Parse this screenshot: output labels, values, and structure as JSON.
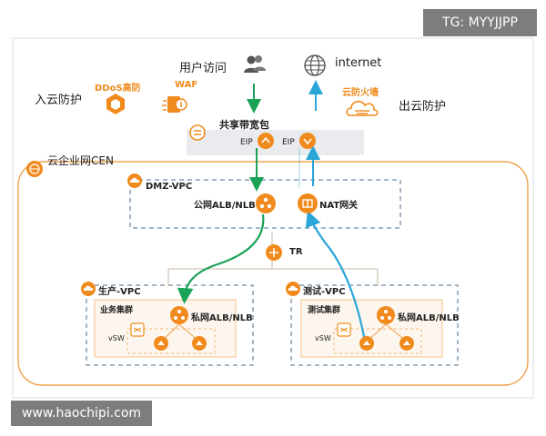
{
  "watermark_top": "TG: MYYJJPP",
  "watermark_bottom": "www.haochipi.com",
  "inbound_protection": "入云防护",
  "outbound_protection": "出云防护",
  "ddos": "DDoS高防",
  "waf": "WAF",
  "user_access": "用户访问",
  "internet": "internet",
  "cloud_firewall": "云防火墙",
  "shared_bandwidth": "共享带宽包",
  "eip_left": "EIP",
  "eip_right": "EIP",
  "cen": "云企业网CEN",
  "dmz_vpc": "DMZ-VPC",
  "public_alb": "公网ALB/NLB",
  "nat_gateway": "NAT网关",
  "tr": "TR",
  "prod_vpc": "生产-VPC",
  "test_vpc": "测试-VPC",
  "biz_cluster": "业务集群",
  "test_cluster": "测试集群",
  "private_alb_left": "私网ALB/NLB",
  "private_alb_right": "私网ALB/NLB",
  "vsw_left": "vSW",
  "vsw_right": "vSW",
  "colors": {
    "orange": "#f08a1c",
    "green": "#1aa257",
    "blue": "#2aa6d8",
    "dashed": "#4a6c8c",
    "cen_border": "#f0a24c"
  }
}
